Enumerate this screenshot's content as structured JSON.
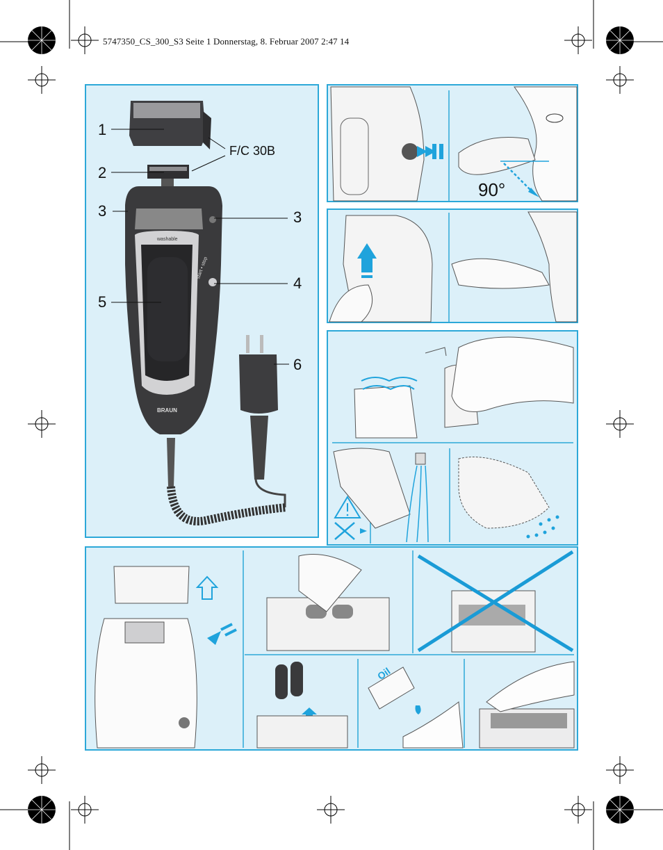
{
  "print_header": "5747350_CS_300_S3  Seite 1  Donnerstag, 8. Februar 2007  2:47 14",
  "parts": {
    "labels": [
      "1",
      "2",
      "3",
      "3",
      "4",
      "5",
      "6"
    ],
    "cassette_code": "F/C 30B"
  },
  "device_text": {
    "washable": "washable",
    "switch": "start • stop",
    "brand": "BRAUN",
    "oil": "Oil"
  },
  "angle": "90°",
  "colors": {
    "panel_fill": "#dcf0f9",
    "panel_border": "#2ca8d8",
    "arrow_blue": "#1fa3dc",
    "cross_blue": "#1a9bd6",
    "shaver_body": "#3a3a3c"
  }
}
